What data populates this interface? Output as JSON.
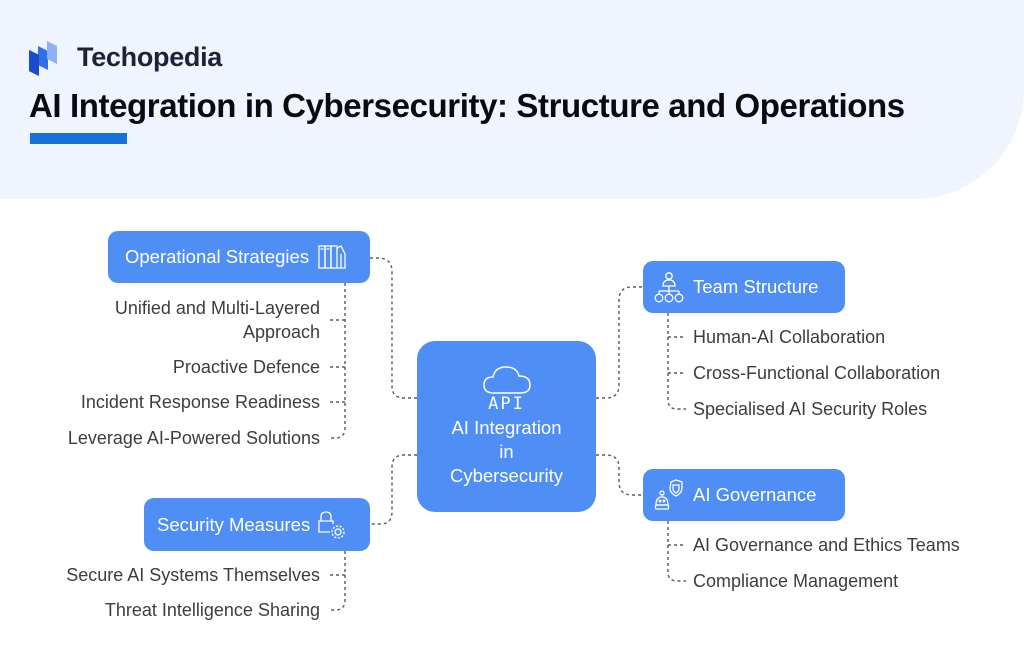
{
  "brand": {
    "name": "Techopedia"
  },
  "header": {
    "title": "AI Integration in Cybersecurity: Structure and Operations"
  },
  "colors": {
    "header_bg": "#eff4fe",
    "accent_underline": "#1672d6",
    "node_fill": "#4f8ef5",
    "node_text": "#ffffff",
    "item_text": "#3d3d3d",
    "connector": "#5a5a5a"
  },
  "center": {
    "icon": "cloud-api-icon",
    "icon_text": "API",
    "label_line1": "AI Integration",
    "label_line2": "in",
    "label_line3": "Cybersecurity"
  },
  "branches": {
    "operational_strategies": {
      "label": "Operational Strategies",
      "icon": "books-icon",
      "items": [
        "Unified and Multi-Layered",
        "Approach",
        "Proactive Defence",
        "Incident Response Readiness",
        "Leverage AI-Powered Solutions"
      ]
    },
    "security_measures": {
      "label": "Security Measures",
      "icon": "lock-gear-icon",
      "items": [
        "Secure AI Systems Themselves",
        "Threat Intelligence Sharing"
      ]
    },
    "team_structure": {
      "label": "Team Structure",
      "icon": "org-hierarchy-icon",
      "items": [
        "Human-AI Collaboration",
        "Cross-Functional Collaboration",
        "Specialised AI Security Roles"
      ]
    },
    "ai_governance": {
      "label": "AI Governance",
      "icon": "robot-shield-icon",
      "items": [
        "AI Governance and Ethics Teams",
        "Compliance Management"
      ]
    }
  }
}
